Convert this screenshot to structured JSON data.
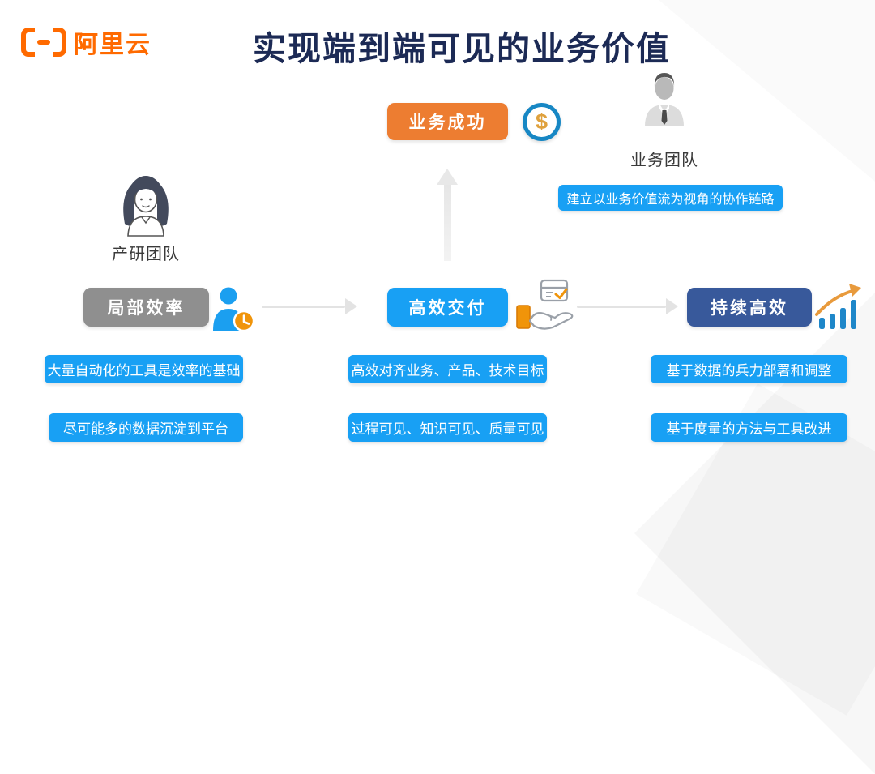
{
  "logo": {
    "text": "阿里云"
  },
  "header": {
    "title": "实现端到端可见的业务价值"
  },
  "colors": {
    "logo_orange": "#FF6A00",
    "success_orange": "#ED7D31",
    "bright_blue": "#18A0F4",
    "navy_box": "#38599B",
    "gray_box": "#8F8F8F",
    "title_navy": "#1C2A55",
    "coin_ring_blue": "#1787C4",
    "coin_dollar_gold": "#DFA13D"
  },
  "nodes": {
    "business_success": "业务成功",
    "local_efficiency": "局部效率",
    "efficient_delivery": "高效交付",
    "sustained_efficiency": "持续高效"
  },
  "coin": {
    "symbol": "$"
  },
  "teams": {
    "business_team": "业务团队",
    "dev_team": "产研团队"
  },
  "tags": {
    "business_collab": "建立以业务价值流为视角的协作链路"
  },
  "callouts": {
    "left": [
      "大量自动化的工具是效率的基础",
      "尽可能多的数据沉淀到平台"
    ],
    "middle": [
      "高效对齐业务、产品、技术目标",
      "过程可见、知识可见、质量可见"
    ],
    "right": [
      "基于数据的兵力部署和调整",
      "基于度量的方法与工具改进"
    ]
  },
  "icons": {
    "coin": "dollar-coin-icon",
    "person_clock": "person-with-clock-icon",
    "hand_box": "hand-delivering-box-icon",
    "growth_chart": "rising-bar-chart-icon",
    "business_person": "business-person-avatar",
    "dev_person": "dev-person-avatar"
  }
}
